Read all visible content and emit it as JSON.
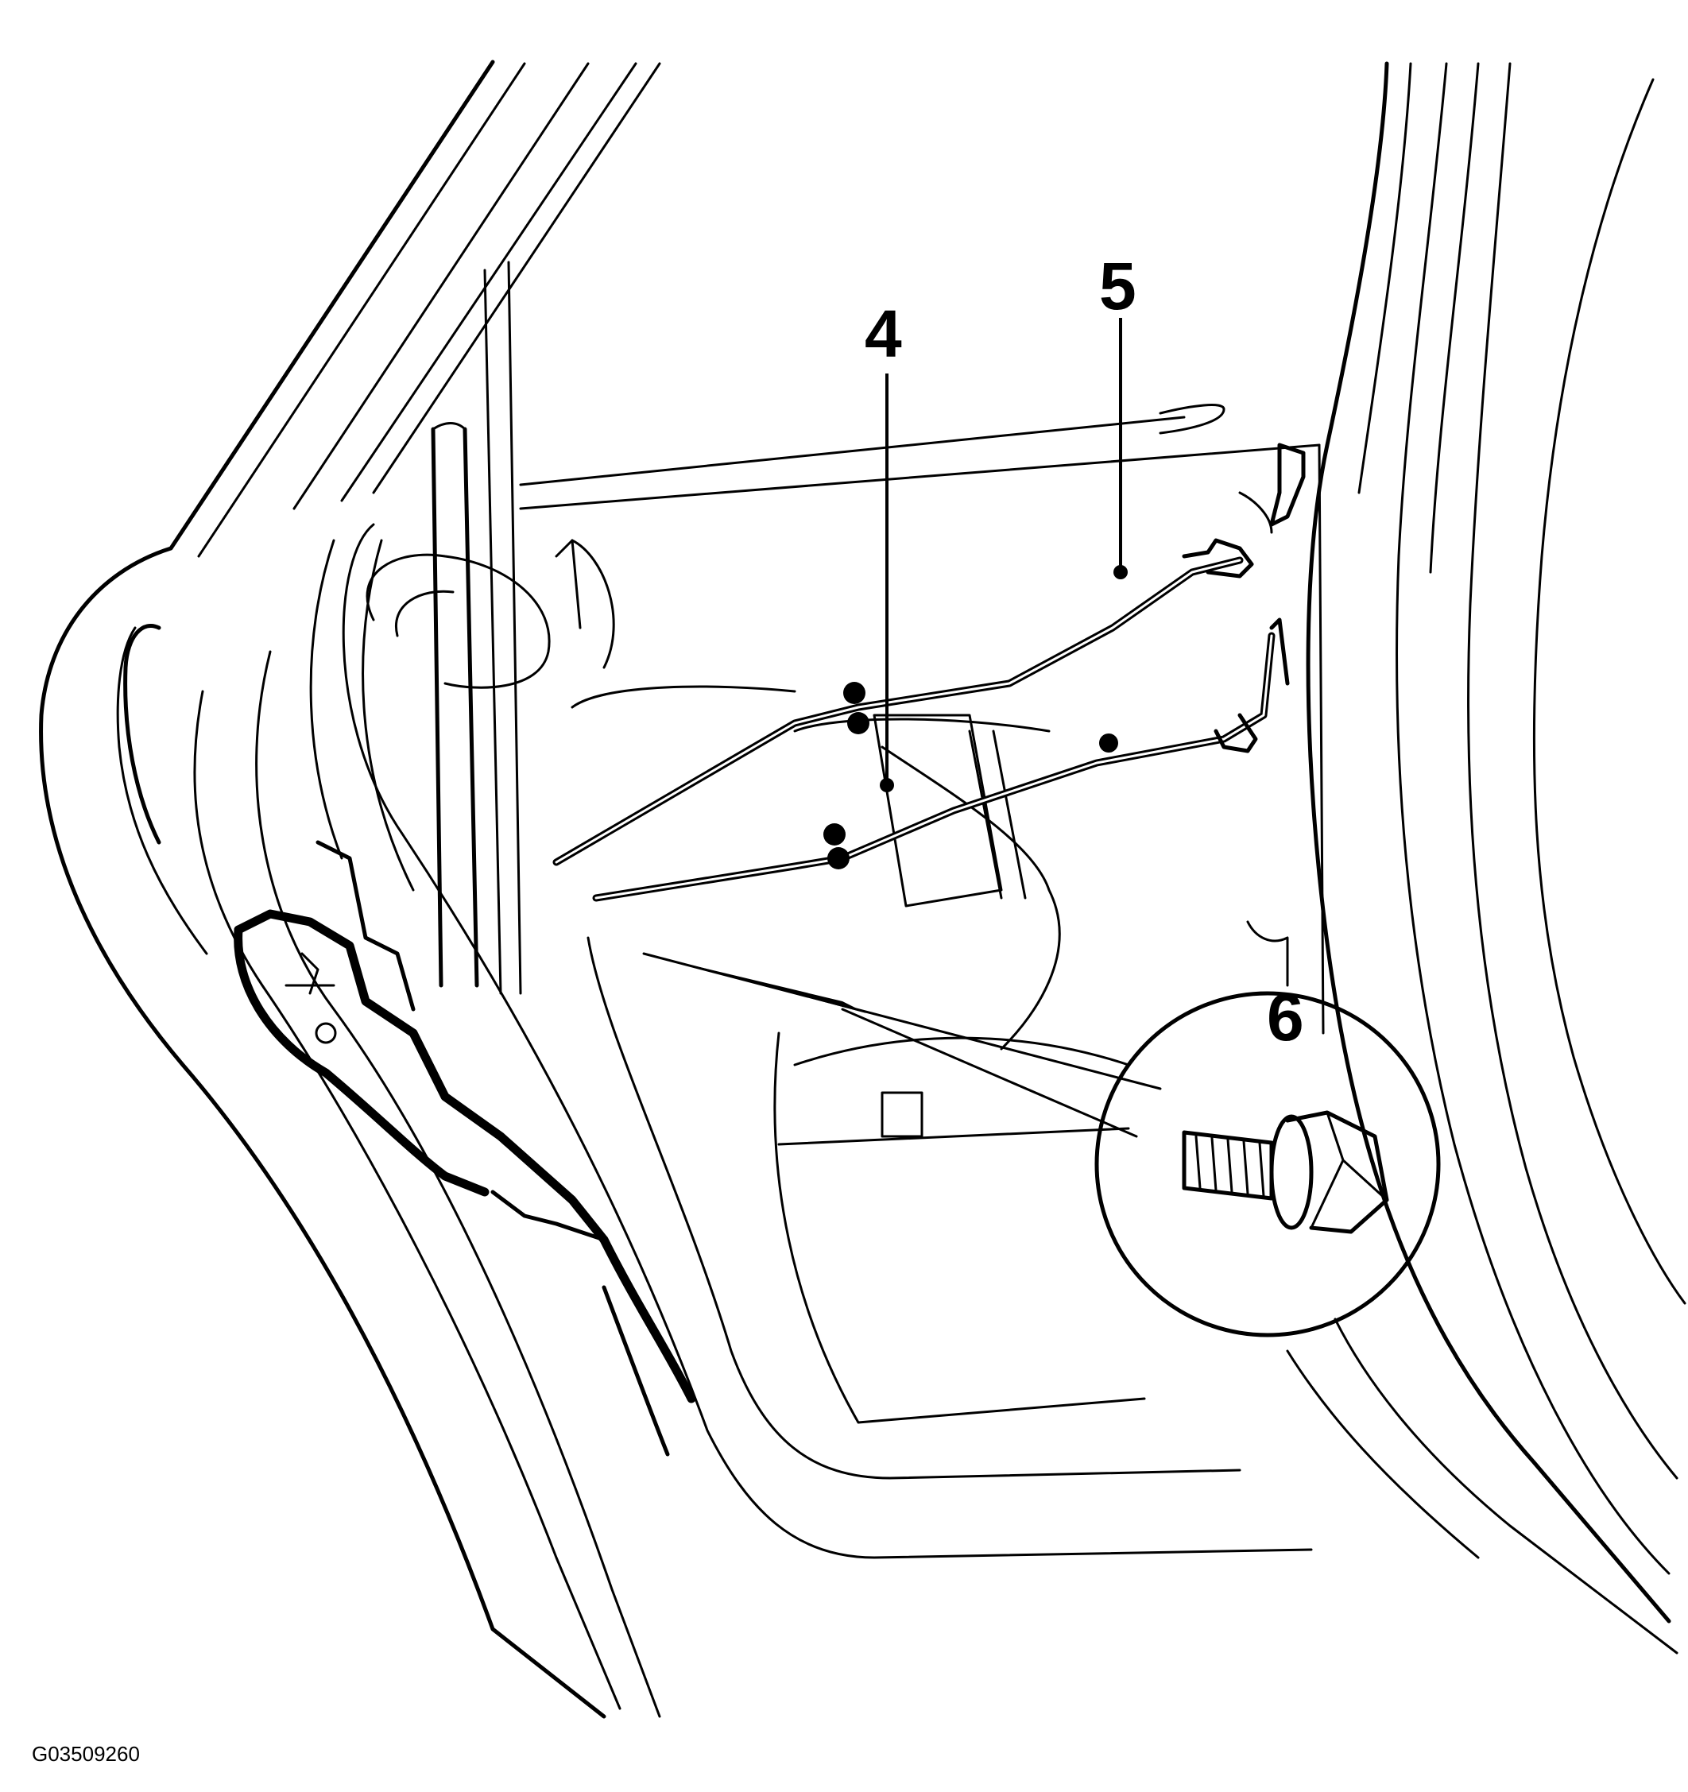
{
  "callouts": {
    "rod_4": "4",
    "rod_5": "5",
    "bolt_6": "6"
  },
  "figure_id": "G03509260",
  "icons": {
    "bolt": "hex-flange-bolt-icon"
  }
}
